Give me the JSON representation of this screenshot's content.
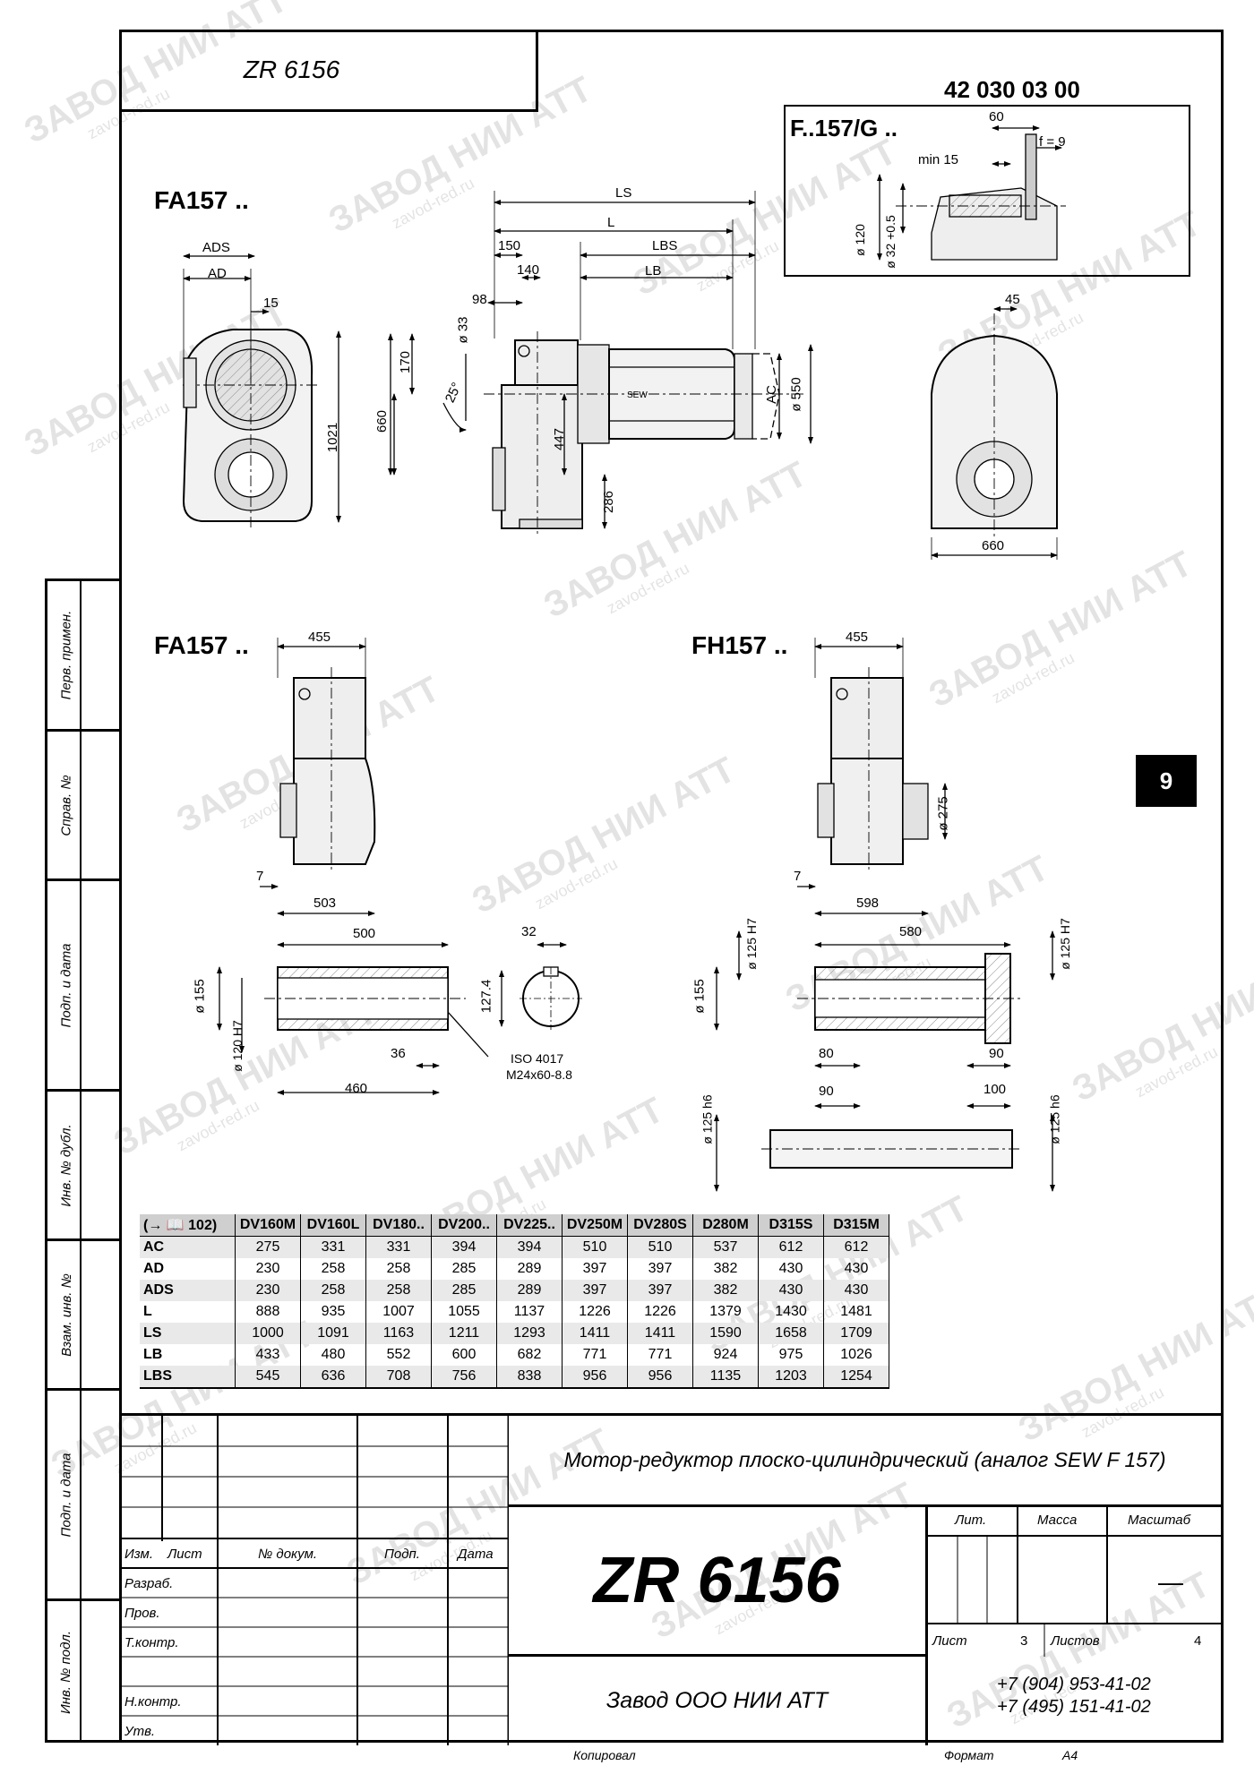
{
  "header": {
    "code": "ZR 6156",
    "part_number": "42 030 03 00"
  },
  "chapter_tab": "9",
  "views": {
    "main_title": "FA157 ..",
    "inset_title": "F..157/G ..",
    "lower_left_title": "FA157 ..",
    "lower_right_title": "FH157 .."
  },
  "dims": {
    "ads": "ADS",
    "ad": "AD",
    "d15": "15",
    "d1021": "1021",
    "d660": "660",
    "d170": "170",
    "ls": "LS",
    "l": "L",
    "d150": "150",
    "lbs": "LBS",
    "d140": "140",
    "lb": "LB",
    "d98": "98",
    "d33": "ø 33",
    "d25": "25°",
    "d447": "447",
    "d286": "286",
    "ac": "AC",
    "d550": "ø 550",
    "d60": "60",
    "min15": "min 15",
    "f9": "f = 9",
    "d120": "ø 120",
    "d32": "ø 32 +0.5",
    "d45": "45",
    "d660b": "660",
    "d455a": "455",
    "d7a": "7",
    "d503": "503",
    "d500": "500",
    "d32b": "32",
    "d155a": "ø 155",
    "d1274": "127.4",
    "d120h7": "ø 120 H7",
    "d36": "36",
    "d460": "460",
    "iso1": "ISO 4017",
    "iso2": "M24x60-8.8",
    "d455b": "455",
    "d275": "ø 275",
    "d7b": "7",
    "d598": "598",
    "d580": "580",
    "d125h7a": "ø 125 H7",
    "d125h7b": "ø 125 H7",
    "d155b": "ø 155",
    "d80": "80",
    "d90a": "90",
    "d90b": "90",
    "d100": "100",
    "d125h6a": "ø 125 h6",
    "d125h6b": "ø 125 h6"
  },
  "table": {
    "header": [
      "(→ 📖 102)",
      "DV160M",
      "DV160L",
      "DV180..",
      "DV200..",
      "DV225..",
      "DV250M",
      "DV280S",
      "D280M",
      "D315S",
      "D315M"
    ],
    "rows": [
      [
        "AC",
        "275",
        "331",
        "331",
        "394",
        "394",
        "510",
        "510",
        "537",
        "612",
        "612"
      ],
      [
        "AD",
        "230",
        "258",
        "258",
        "285",
        "289",
        "397",
        "397",
        "382",
        "430",
        "430"
      ],
      [
        "ADS",
        "230",
        "258",
        "258",
        "285",
        "289",
        "397",
        "397",
        "382",
        "430",
        "430"
      ],
      [
        "L",
        "888",
        "935",
        "1007",
        "1055",
        "1137",
        "1226",
        "1226",
        "1379",
        "1430",
        "1481"
      ],
      [
        "LS",
        "1000",
        "1091",
        "1163",
        "1211",
        "1293",
        "1411",
        "1411",
        "1590",
        "1658",
        "1709"
      ],
      [
        "LB",
        "433",
        "480",
        "552",
        "600",
        "682",
        "771",
        "771",
        "924",
        "975",
        "1026"
      ],
      [
        "LBS",
        "545",
        "636",
        "708",
        "756",
        "838",
        "956",
        "956",
        "1135",
        "1203",
        "1254"
      ]
    ]
  },
  "sidebar": {
    "perv": "Перв. примен.",
    "sprav": "Справ. №",
    "podp1": "Подп. и дата",
    "inv_dubl": "Инв. № дубл.",
    "vzam": "Взам. инв. №",
    "podp2": "Подп. и дата",
    "inv_podl": "Инв. № подл."
  },
  "title_block": {
    "description": "Мотор-редуктор плоско-цилиндрический (аналог SEW F 157)",
    "code": "ZR 6156",
    "izm": "Изм.",
    "list": "Лист",
    "dokum": "№ докум.",
    "podp": "Подп.",
    "data": "Дата",
    "razrab": "Разраб.",
    "prov": "Пров.",
    "tkontr": "Т.контр.",
    "nkontr": "Н.контр.",
    "utv": "Утв.",
    "lit": "Лит.",
    "massa": "Масса",
    "masshtab": "Масштаб",
    "scale_value": "—",
    "sheet_label": "Лист",
    "sheet_num": "3",
    "sheets_label": "Листов",
    "sheets_num": "4",
    "company": "Завод ООО НИИ АТТ",
    "phone1": "+7 (904) 953-41-02",
    "phone2": "+7 (495) 151-41-02",
    "kopiroval": "Копировал",
    "format_label": "Формат",
    "format_value": "А4"
  },
  "watermark": {
    "text": "ЗАВОД НИИ АТТ",
    "url": "zavod-red.ru"
  }
}
